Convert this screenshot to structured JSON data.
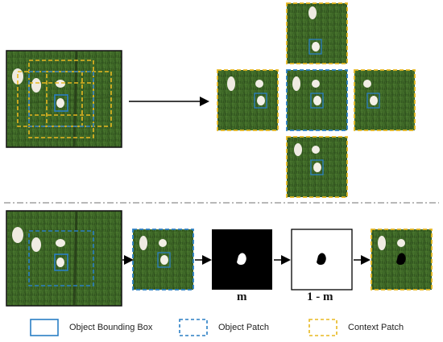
{
  "labels": {
    "mask": "m",
    "inverse_mask": "1 - m"
  },
  "legend": [
    {
      "label": "Object Bounding Box",
      "style": "solid",
      "color": "#2a7fc4"
    },
    {
      "label": "Object Patch",
      "style": "dashed",
      "color": "#2a7fc4"
    },
    {
      "label": "Context Patch",
      "style": "dashed",
      "color": "#e8b820"
    }
  ],
  "colors": {
    "object_blue": "#2a7fc4",
    "context_yellow": "#e8b820",
    "separator": "#a0a0a0",
    "grass_dark": "#2e4d1c",
    "grass_mid": "#3f6a28",
    "grass_light": "#5a8a3a"
  }
}
